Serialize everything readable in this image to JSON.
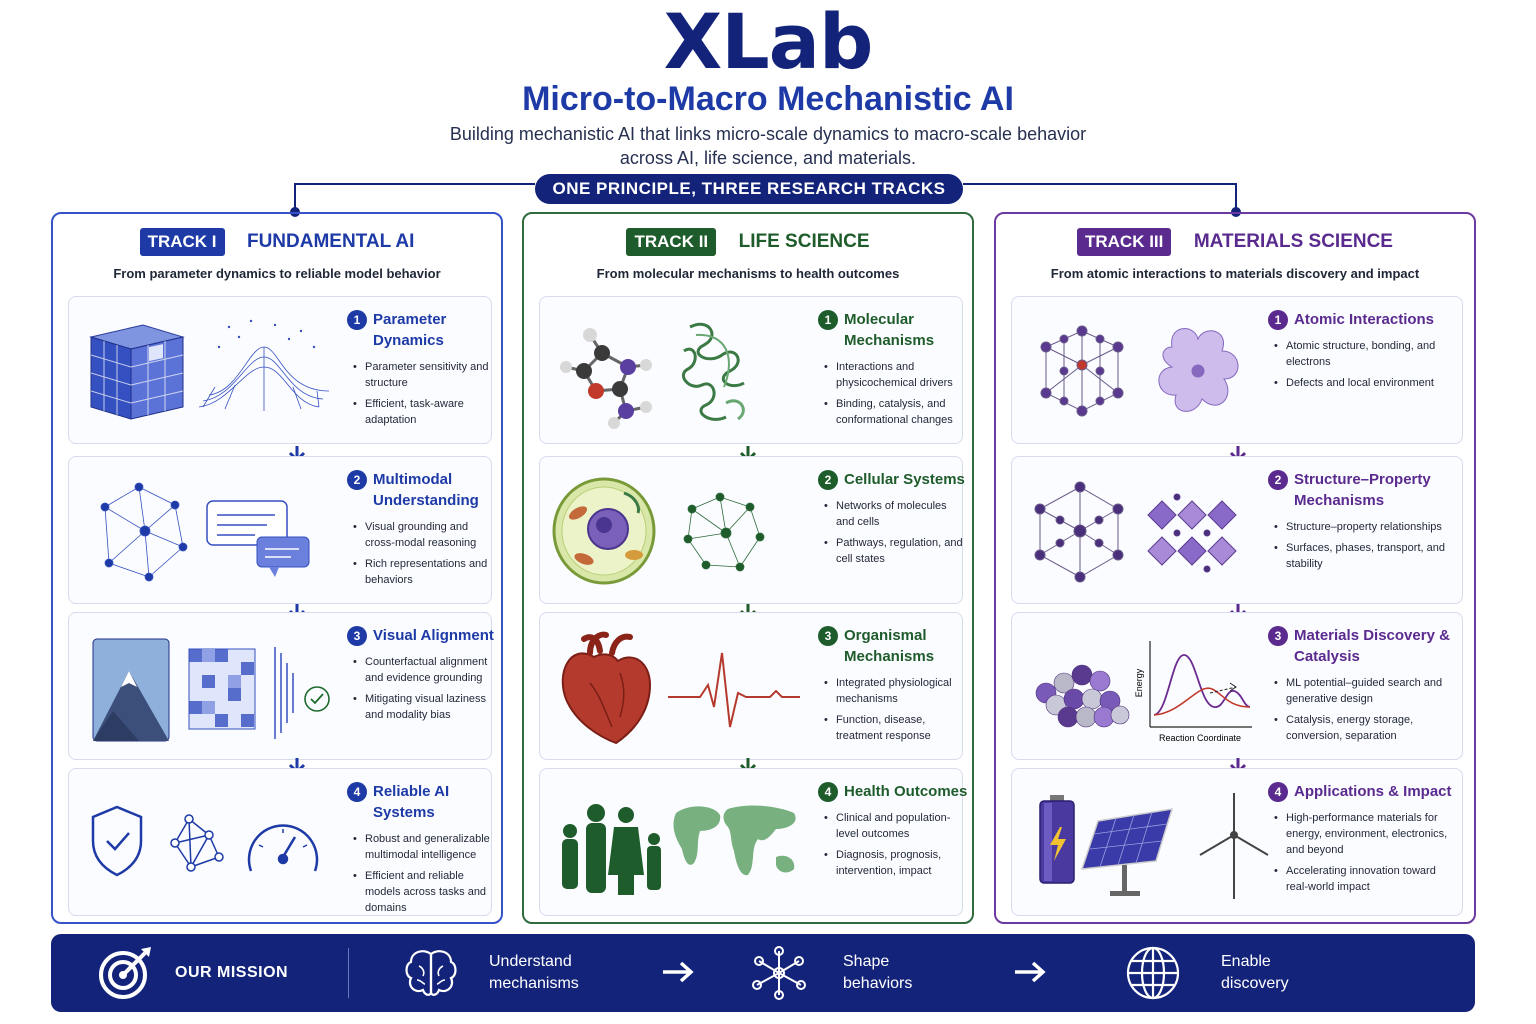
{
  "header": {
    "logo": "XLab",
    "subtitle": "Micro-to-Macro Mechanistic AI",
    "tagline_line1": "Building mechanistic AI that links micro-scale dynamics to macro-scale behavior",
    "tagline_line2": "across AI, life science, and materials.",
    "principle": "ONE PRINCIPLE, THREE RESEARCH TRACKS"
  },
  "colors": {
    "navy": "#13237a",
    "ai": "#1d3aa6",
    "life": "#1f5c2b",
    "materials": "#5a2a8f"
  },
  "tracks": [
    {
      "badge": "TRACK I",
      "title": "FUNDAMENTAL AI",
      "subtitle": "From parameter dynamics to reliable model behavior",
      "cards": [
        {
          "num": "1",
          "title": "Parameter Dynamics",
          "bullets": [
            "Parameter sensitivity and structure",
            "Efficient, task-aware adaptation"
          ]
        },
        {
          "num": "2",
          "title": "Multimodal Understanding",
          "bullets": [
            "Visual grounding and cross-modal reasoning",
            "Rich representations and behaviors"
          ]
        },
        {
          "num": "3",
          "title": "Visual Alignment",
          "bullets": [
            "Counterfactual alignment and evidence grounding",
            "Mitigating visual laziness and modality bias"
          ]
        },
        {
          "num": "4",
          "title": "Reliable AI Systems",
          "bullets": [
            "Robust and generalizable multimodal intelligence",
            "Efficient and reliable models across tasks and domains"
          ]
        }
      ]
    },
    {
      "badge": "TRACK II",
      "title": "LIFE SCIENCE",
      "subtitle": "From molecular mechanisms to health outcomes",
      "cards": [
        {
          "num": "1",
          "title": "Molecular Mechanisms",
          "bullets": [
            "Interactions and physicochemical drivers",
            "Binding, catalysis, and conformational changes"
          ]
        },
        {
          "num": "2",
          "title": "Cellular Systems",
          "bullets": [
            "Networks of molecules and cells",
            "Pathways, regulation, and cell states"
          ]
        },
        {
          "num": "3",
          "title": "Organismal Mechanisms",
          "bullets": [
            "Integrated physiological mechanisms",
            "Function, disease, treatment response"
          ]
        },
        {
          "num": "4",
          "title": "Health Outcomes",
          "bullets": [
            "Clinical and population-level outcomes",
            "Diagnosis, prognosis, intervention, impact"
          ]
        }
      ]
    },
    {
      "badge": "TRACK III",
      "title": "MATERIALS SCIENCE",
      "subtitle": "From atomic interactions to materials discovery and impact",
      "cards": [
        {
          "num": "1",
          "title": "Atomic Interactions",
          "bullets": [
            "Atomic structure, bonding, and electrons",
            "Defects and local environment"
          ]
        },
        {
          "num": "2",
          "title": "Structure–Property Mechanisms",
          "bullets": [
            "Structure–property relationships",
            "Surfaces, phases, transport, and stability"
          ]
        },
        {
          "num": "3",
          "title": "Materials Discovery & Catalysis",
          "bullets": [
            "ML potential–guided search and generative design",
            "Catalysis, energy storage, conversion, separation"
          ]
        },
        {
          "num": "4",
          "title": "Applications & Impact",
          "bullets": [
            "High-performance materials for energy, environment, electronics, and beyond",
            "Accelerating innovation toward real-world impact"
          ]
        }
      ]
    }
  ],
  "energy_plot": {
    "ylabel": "Energy",
    "xlabel": "Reaction Coordinate"
  },
  "mission": {
    "title": "OUR MISSION",
    "step1_line1": "Understand",
    "step1_line2": "mechanisms",
    "step2_line1": "Shape",
    "step2_line2": "behaviors",
    "step3_line1": "Enable",
    "step3_line2": "discovery"
  }
}
